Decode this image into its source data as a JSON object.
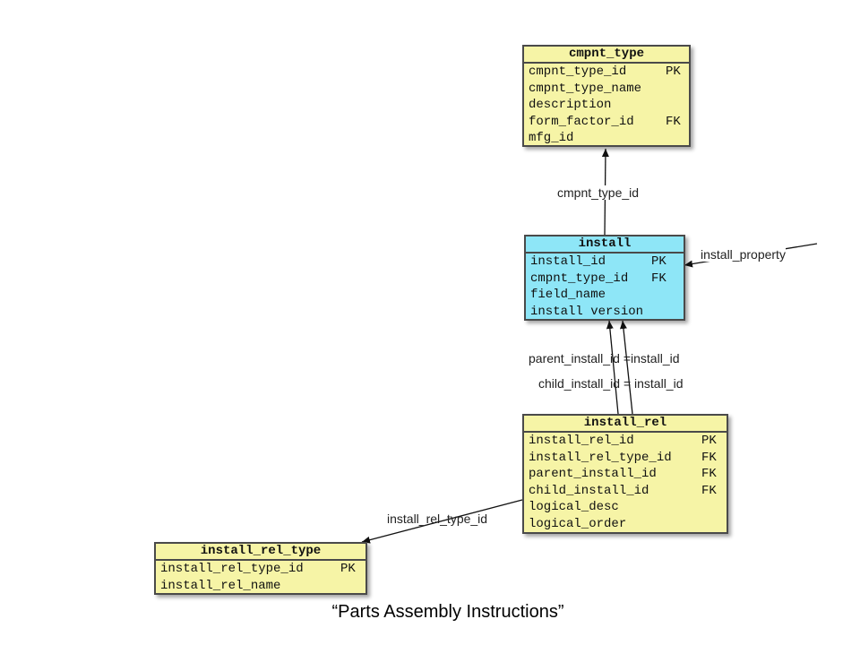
{
  "entities": {
    "cmpnt_type": {
      "title": "cmpnt_type",
      "rows": [
        {
          "name": "cmpnt_type_id",
          "key": "PK"
        },
        {
          "name": "cmpnt_type_name",
          "key": ""
        },
        {
          "name": "description",
          "key": ""
        },
        {
          "name": "form_factor_id",
          "key": "FK"
        },
        {
          "name": "mfg_id",
          "key": ""
        }
      ]
    },
    "install": {
      "title": "install",
      "rows": [
        {
          "name": "install_id",
          "key": "PK"
        },
        {
          "name": "cmpnt_type_id",
          "key": "FK"
        },
        {
          "name": "field_name",
          "key": ""
        },
        {
          "name": "install version",
          "key": ""
        }
      ]
    },
    "install_rel": {
      "title": "install_rel",
      "rows": [
        {
          "name": "install_rel_id",
          "key": "PK"
        },
        {
          "name": "install_rel_type_id",
          "key": "FK"
        },
        {
          "name": "parent_install_id",
          "key": "FK"
        },
        {
          "name": "child_install_id",
          "key": "FK"
        },
        {
          "name": "logical_desc",
          "key": ""
        },
        {
          "name": "logical_order",
          "key": ""
        }
      ]
    },
    "install_rel_type": {
      "title": "install_rel_type",
      "rows": [
        {
          "name": "install_rel_type_id",
          "key": "PK"
        },
        {
          "name": "install_rel_name",
          "key": ""
        }
      ]
    }
  },
  "relationships": {
    "cmpnt_type_id": "cmpnt_type_id",
    "install_property": "install_property",
    "parent_install": "parent_install_id =install_id",
    "child_install": "child_install_id = install_id",
    "install_rel_type_id": "install_rel_type_id"
  },
  "colors": {
    "entity_yellow": "#f6f4a6",
    "entity_cyan": "#8ee6f7",
    "border": "#4a4a4a"
  },
  "caption": "“Parts Assembly Instructions”"
}
